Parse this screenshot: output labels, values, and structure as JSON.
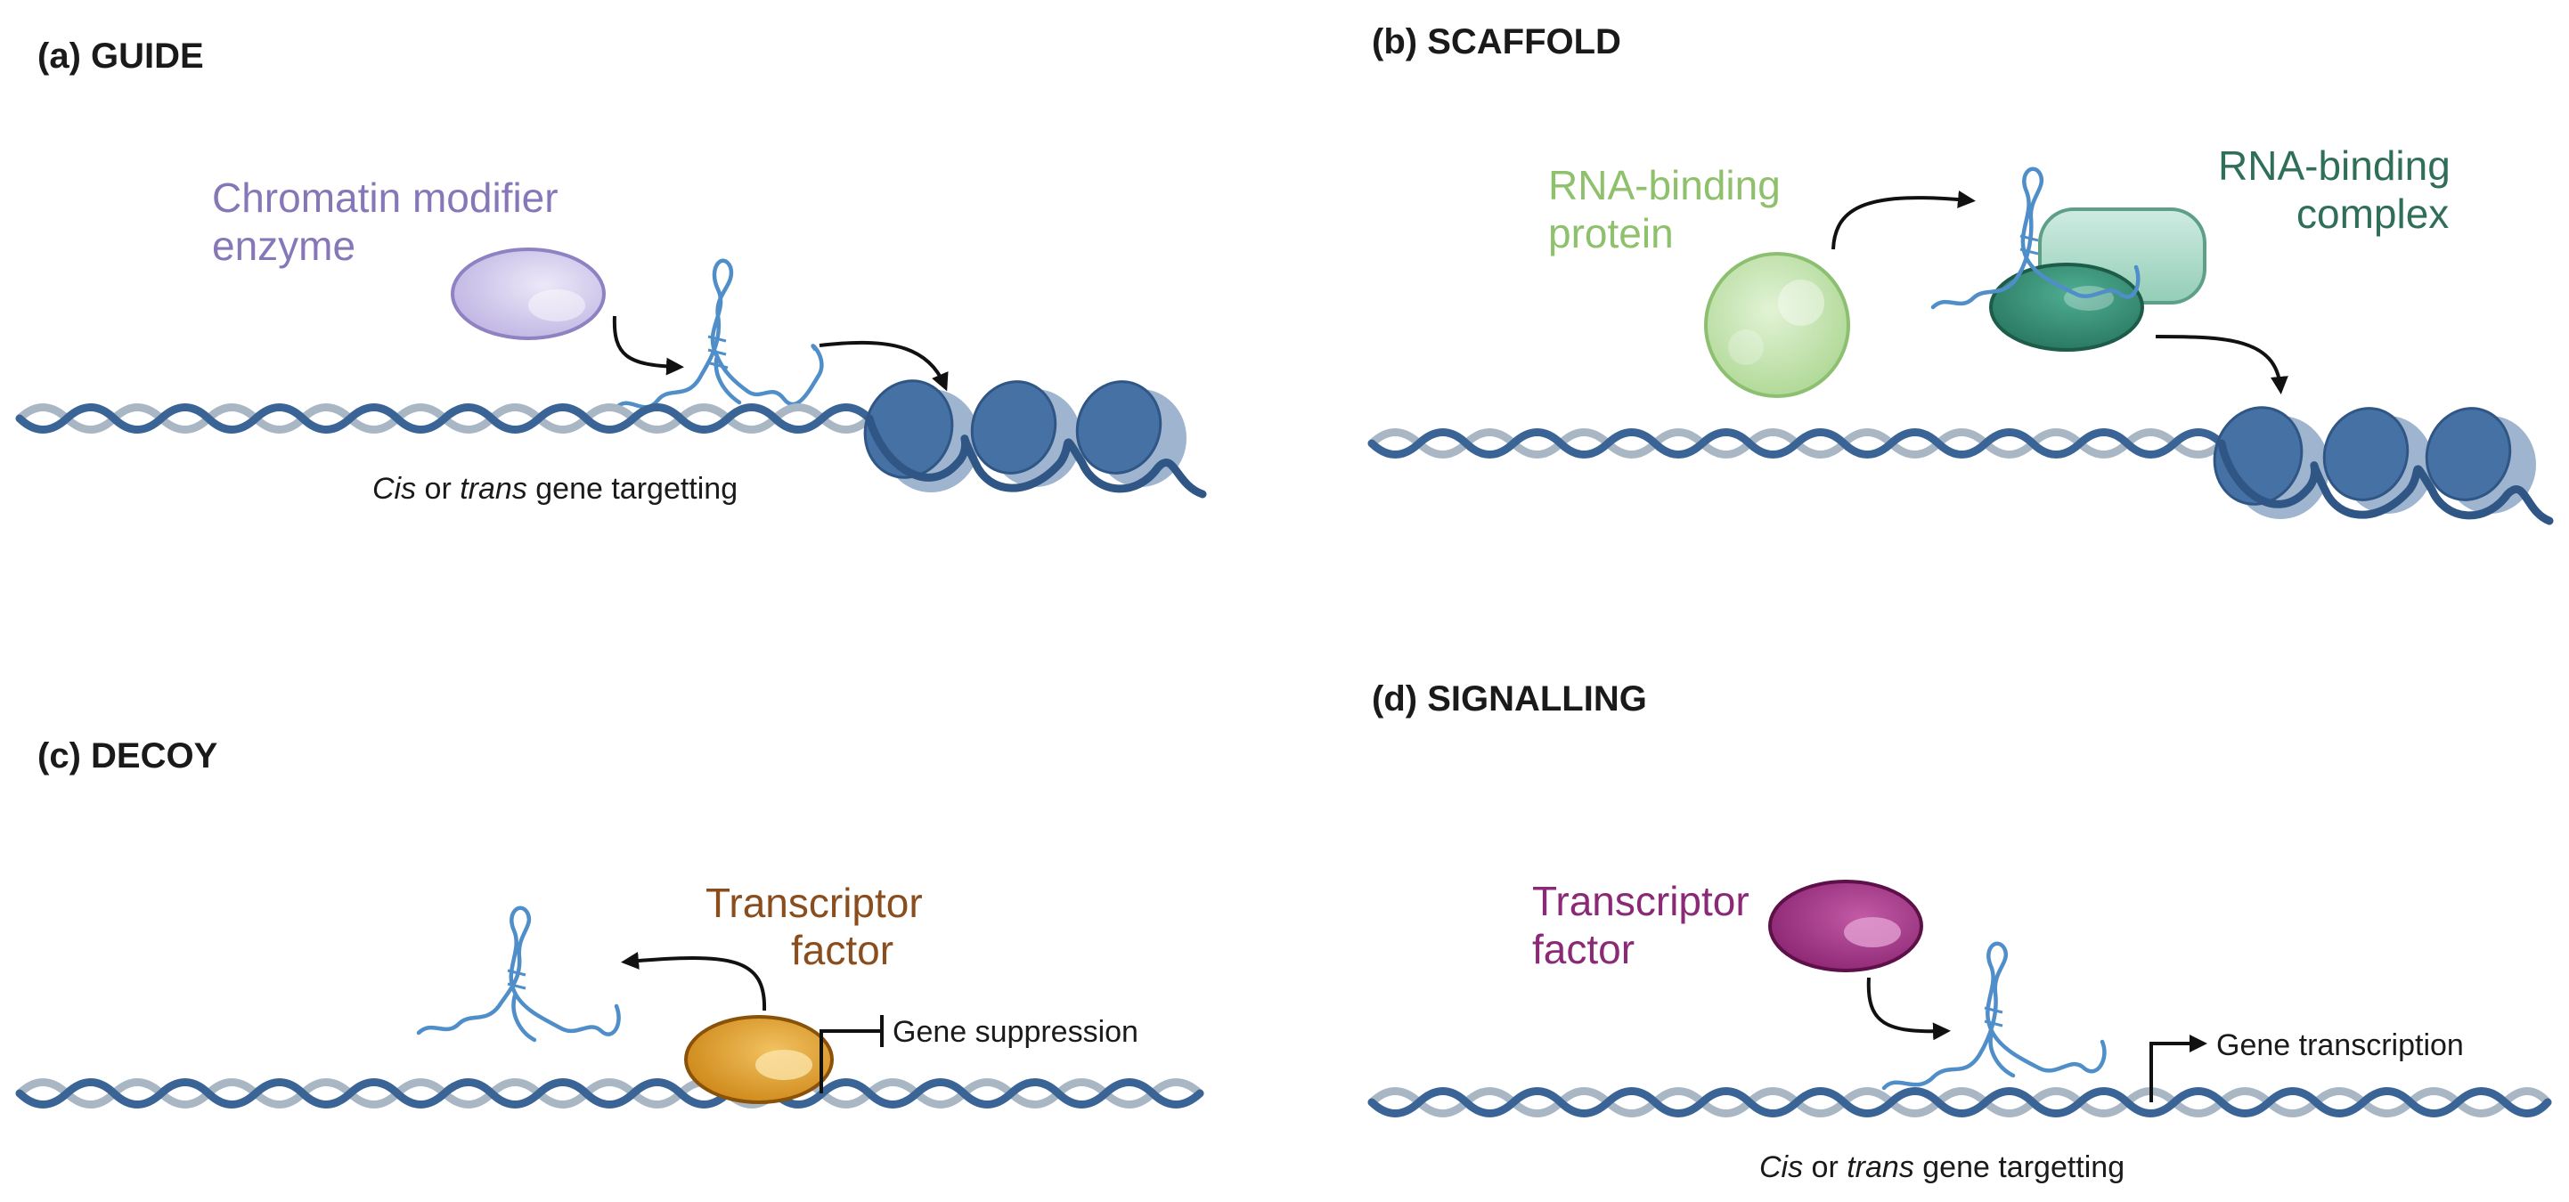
{
  "panels": {
    "guide": {
      "title": "(a) GUIDE",
      "protein_label_1": "Chromatin modifier",
      "protein_label_2": "enzyme",
      "caption_italic": "Cis",
      "caption_mid": " or ",
      "caption_italic2": "trans",
      "caption_rest": " gene targetting",
      "colors": {
        "protein": "#c7bfe6",
        "label": "#8677b8"
      }
    },
    "scaffold": {
      "title": "(b) SCAFFOLD",
      "protein_label_1": "RNA-binding",
      "protein_label_2": "protein",
      "complex_label_1": "RNA-binding",
      "complex_label_2": "complex",
      "colors": {
        "protein": "#bfe0a8",
        "protein_label": "#8fc06c",
        "complex_light": "#a9dccb",
        "complex_dark": "#2f8a72",
        "complex_label": "#2f6f57"
      }
    },
    "decoy": {
      "title": "(c) DECOY",
      "protein_label_1": "Transcriptor",
      "protein_label_2": "factor",
      "gene_label": "Gene suppression",
      "colors": {
        "protein": "#d7921a",
        "label": "#8a4e1e"
      }
    },
    "signalling": {
      "title": "(d) SIGNALLING",
      "protein_label_1": "Transcriptor",
      "protein_label_2": "factor",
      "gene_label": "Gene transcription",
      "caption_italic": "Cis",
      "caption_mid": " or ",
      "caption_italic2": "trans",
      "caption_rest": " gene targetting",
      "colors": {
        "protein": "#9a2c7f",
        "label": "#8a2a76"
      }
    }
  },
  "icons": [
    "dna-helix",
    "lncrna-hairpin",
    "nucleosome",
    "protein-ellipse",
    "curved-arrow",
    "promoter-arrow",
    "repression-bar"
  ]
}
